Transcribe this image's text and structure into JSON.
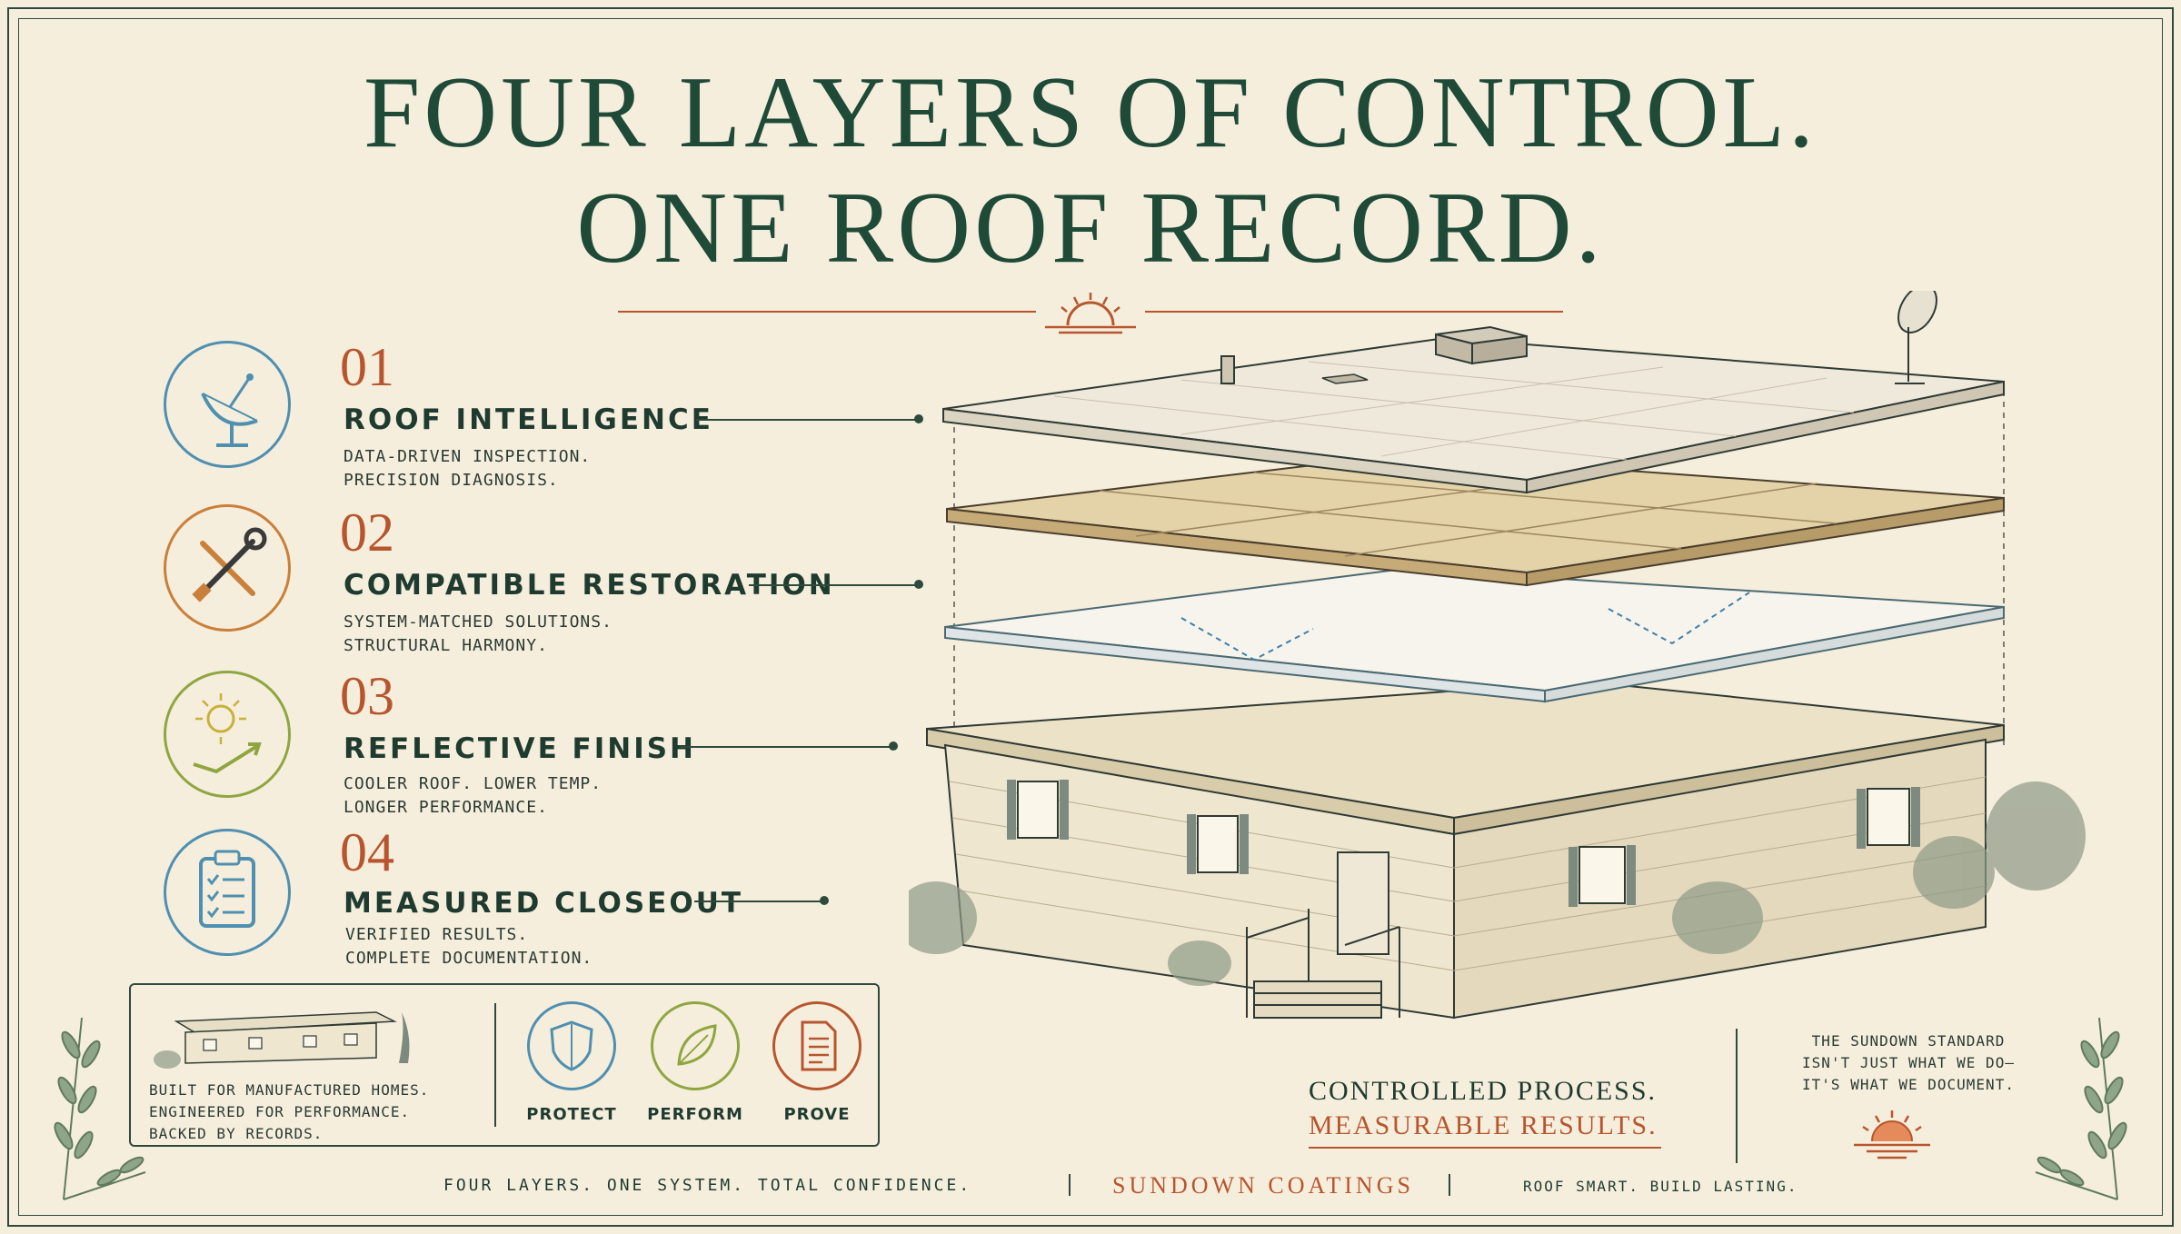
{
  "headline": {
    "line1": "FOUR LAYERS OF CONTROL.",
    "line2": "ONE ROOF RECORD."
  },
  "layers": [
    {
      "number": "01",
      "name": "ROOF INTELLIGENCE",
      "desc1": "DATA-DRIVEN INSPECTION.",
      "desc2": "PRECISION DIAGNOSIS.",
      "icon": "satellite-dish-icon",
      "color": "#4f8fb0"
    },
    {
      "number": "02",
      "name": "COMPATIBLE RESTORATION",
      "desc1": "SYSTEM-MATCHED SOLUTIONS.",
      "desc2": "STRUCTURAL HARMONY.",
      "icon": "tools-icon",
      "color": "#c9803b"
    },
    {
      "number": "03",
      "name": "REFLECTIVE FINISH",
      "desc1": "COOLER ROOF. LOWER TEMP.",
      "desc2": "LONGER PERFORMANCE.",
      "icon": "sun-reflection-icon",
      "color": "#8fa640"
    },
    {
      "number": "04",
      "name": "MEASURED CLOSEOUT",
      "desc1": "VERIFIED RESULTS.",
      "desc2": "COMPLETE DOCUMENTATION.",
      "icon": "clipboard-checklist-icon",
      "color": "#4f8fb0"
    }
  ],
  "info_box": {
    "line1": "BUILT FOR MANUFACTURED HOMES.",
    "line2": "ENGINEERED FOR PERFORMANCE.",
    "line3": "BACKED BY RECORDS.",
    "badges": [
      {
        "label": "PROTECT",
        "icon": "shield-icon",
        "color": "#4f8fb0"
      },
      {
        "label": "PERFORM",
        "icon": "leaf-icon",
        "color": "#8fa640"
      },
      {
        "label": "PROVE",
        "icon": "document-icon",
        "color": "#b7562e"
      }
    ]
  },
  "tagline": {
    "line1": "CONTROLLED PROCESS.",
    "line2": "MEASURABLE RESULTS."
  },
  "standard": {
    "line1": "THE SUNDOWN STANDARD",
    "line2": "ISN'T JUST WHAT WE DO—",
    "line3": "IT'S WHAT WE DOCUMENT."
  },
  "footer": {
    "left": "FOUR LAYERS. ONE SYSTEM. TOTAL CONFIDENCE.",
    "brand": "SUNDOWN COATINGS",
    "right": "ROOF SMART. BUILD LASTING."
  },
  "colors": {
    "background": "#f6eedd",
    "green": "#1f4a38",
    "rust": "#b7562e"
  }
}
